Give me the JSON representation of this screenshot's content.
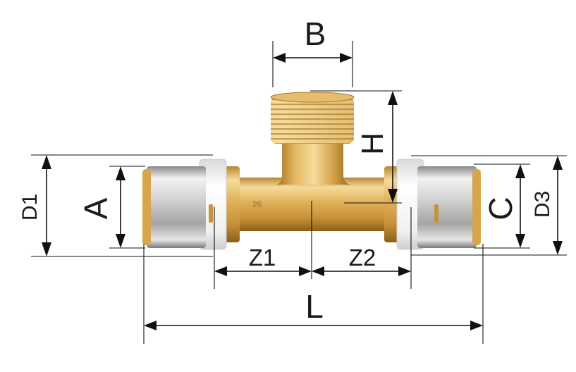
{
  "figure": {
    "labels": {
      "B": "B",
      "H": "H",
      "D1": "D1",
      "A": "A",
      "C": "C",
      "D3": "D3",
      "Z1": "Z1",
      "Z2": "Z2",
      "L": "L"
    },
    "stamp_text": "26",
    "colors": {
      "brass_light": "#f1cf86",
      "brass_mid": "#d9a84a",
      "brass_dark": "#9c6d1d",
      "steel_light": "#f4f4f4",
      "steel_mid": "#bdbdbd",
      "steel_dark": "#7c7c7c",
      "ring_white": "#f7f7f7",
      "line": "#111111"
    }
  }
}
